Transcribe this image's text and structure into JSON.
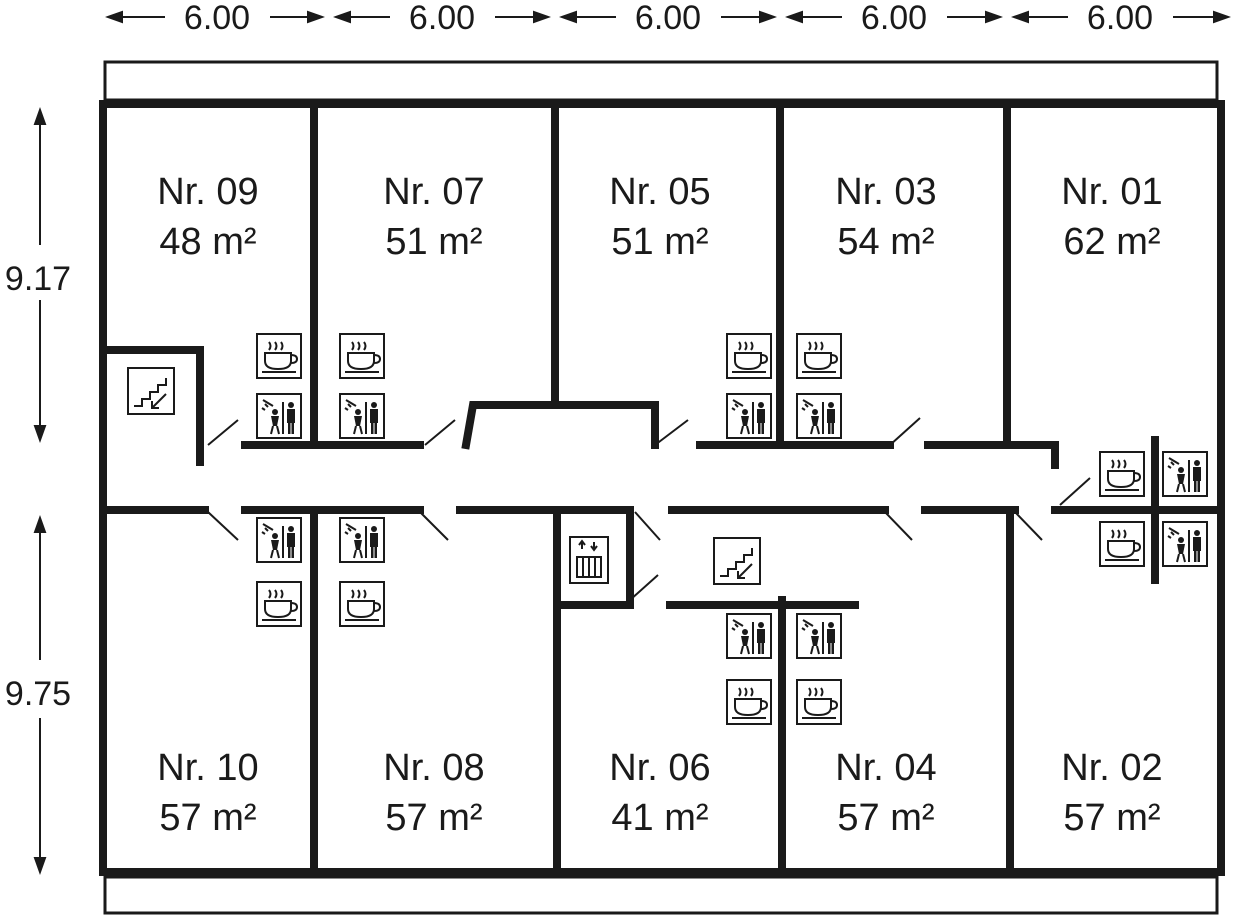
{
  "dimensions": {
    "horizontal": [
      "6.00",
      "6.00",
      "6.00",
      "6.00",
      "6.00"
    ],
    "vertical_top": "9.17",
    "vertical_bottom": "9.75"
  },
  "rooms": [
    {
      "number": "Nr. 09",
      "area": "48 m²"
    },
    {
      "number": "Nr. 07",
      "area": "51 m²"
    },
    {
      "number": "Nr. 05",
      "area": "51 m²"
    },
    {
      "number": "Nr. 03",
      "area": "54 m²"
    },
    {
      "number": "Nr. 01",
      "area": "62 m²"
    },
    {
      "number": "Nr. 10",
      "area": "57 m²"
    },
    {
      "number": "Nr. 08",
      "area": "57 m²"
    },
    {
      "number": "Nr. 06",
      "area": "41 m²"
    },
    {
      "number": "Nr. 04",
      "area": "57 m²"
    },
    {
      "number": "Nr. 02",
      "area": "57 m²"
    }
  ],
  "icons": {
    "kitchen": "coffee-cup-icon",
    "bathroom": "shower-toilet-icon",
    "stairs": "stairs-icon",
    "elevator": "elevator-icon"
  },
  "colors": {
    "wall": "#1a1a1a",
    "background": "#ffffff",
    "highlight_icon": "#2e6b2e"
  }
}
